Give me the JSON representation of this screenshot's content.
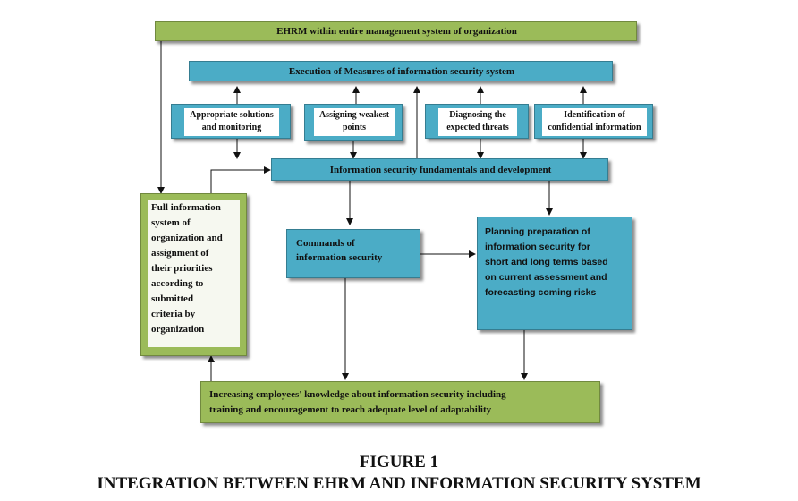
{
  "diagram": {
    "top_banner": "EHRM within entire management system of organization",
    "execution": "Execution of Measures of information security system",
    "measures": [
      {
        "line1": "Appropriate solutions",
        "line2": "and monitoring"
      },
      {
        "line1": "Assigning weakest",
        "line2": "points"
      },
      {
        "line1": "Diagnosing the",
        "line2": "expected threats"
      },
      {
        "line1": "Identification of",
        "line2": "confidential information"
      }
    ],
    "fundamentals": "Information security  fundamentals and development",
    "full_info": [
      "Full information",
      "system of",
      "organization and",
      "assignment of",
      "their priorities",
      "according to",
      "submitted",
      "criteria by",
      "organization"
    ],
    "commands": [
      "Commands of",
      "information security"
    ],
    "planning": [
      "Planning preparation of",
      "information security for",
      "short and long terms based",
      "on current assessment and",
      "forecasting coming risks"
    ],
    "knowledge": [
      "Increasing employees' knowledge about information security including",
      "training and encouragement to reach adequate level of adaptability"
    ]
  },
  "caption": {
    "figure": "FIGURE 1",
    "title": "INTEGRATION BETWEEN EHRM AND INFORMATION SECURITY SYSTEM"
  },
  "colors": {
    "green": "#9bbb59",
    "blue": "#4bacc6"
  }
}
